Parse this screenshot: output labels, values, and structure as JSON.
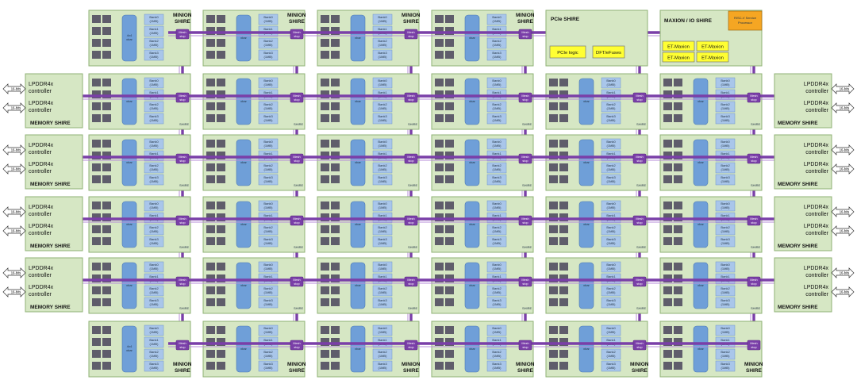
{
  "labels": {
    "minion": [
      "MINION",
      "SHIRE"
    ],
    "memory_shire": "MEMORY SHIRE",
    "lpddr": "LPDDR4x",
    "controller": "controller",
    "mesh_stop": [
      "Mesh",
      "stop"
    ],
    "xbar": "xbar",
    "xbar_4x4": [
      "4x4",
      "xbar"
    ],
    "bank_names": [
      "Bank0",
      "Bank1",
      "Bank2",
      "Bank3"
    ],
    "bank_size": "(1MB)",
    "bits": "16-bits",
    "shire_small": "SHIRE"
  },
  "pcie": {
    "title": "PCIe SHIRE",
    "logic": "PCIe logic",
    "dft": "DFT/eFuses"
  },
  "maxion": {
    "title": "MAXION / IO SHIRE",
    "riscv": [
      "RISC-V Service",
      "Processor"
    ],
    "cores": [
      "ET-Maxion",
      "ET-Maxion",
      "ET-Maxion",
      "ET-Maxion"
    ]
  },
  "colors": {
    "shire_fill": "#d6e7c4",
    "mesh": "#7a3fa8",
    "xbar": "#6f9fd8",
    "core": "#5f5d6b",
    "yellow": "#ffff33",
    "orange": "#f5a623"
  }
}
